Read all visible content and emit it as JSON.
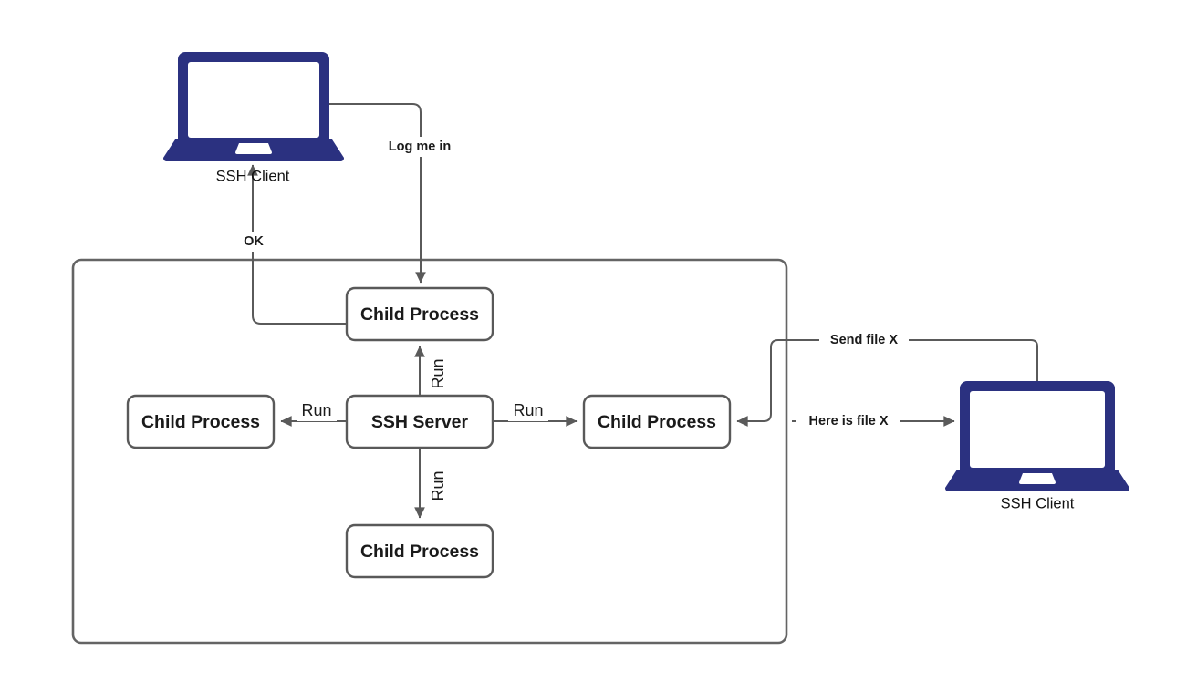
{
  "diagram": {
    "title": "SSH Server and Child Processes",
    "colors": {
      "laptop_blue": "#2b3180",
      "box_stroke": "#595959",
      "container_stroke": "#646464",
      "edge_stroke": "#5a5a5a",
      "text": "#1a1a1a",
      "background": "#ffffff"
    },
    "server_container": {
      "label": ""
    },
    "nodes": {
      "ssh_server": {
        "label": "SSH Server"
      },
      "child_top": {
        "label": "Child Process"
      },
      "child_left": {
        "label": "Child Process"
      },
      "child_right": {
        "label": "Child Process"
      },
      "child_bottom": {
        "label": "Child Process"
      }
    },
    "devices": {
      "client_top_left": {
        "caption": "SSH Client"
      },
      "client_right": {
        "caption": "SSH Client"
      }
    },
    "edges": {
      "log_me_in": {
        "label": "Log me in"
      },
      "ok": {
        "label": "OK"
      },
      "run_up": {
        "label": "Run"
      },
      "run_left": {
        "label": "Run"
      },
      "run_right": {
        "label": "Run"
      },
      "run_down": {
        "label": "Run"
      },
      "send_file": {
        "label": "Send file X"
      },
      "here_is_file": {
        "label": "Here is file X"
      }
    }
  }
}
